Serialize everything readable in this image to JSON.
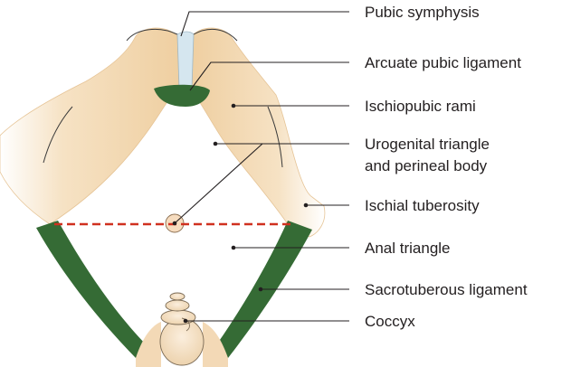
{
  "labels": {
    "pubic_symphysis": "Pubic symphysis",
    "arcuate_pubic_ligament": "Arcuate pubic ligament",
    "ischiopubic_rami": "Ischiopubic rami",
    "urogenital_triangle_line1": "Urogenital triangle",
    "urogenital_triangle_line2": "and perineal body",
    "ischial_tuberosity": "Ischial tuberosity",
    "anal_triangle": "Anal triangle",
    "sacrotuberous_ligament": "Sacrotuberous ligament",
    "coccyx": "Coccyx"
  },
  "colors": {
    "bone": "#f3d9b6",
    "bone_edge": "#e3bf8c",
    "ligament": "#356b35",
    "symphysis": "#d5e6ef",
    "dividing_line": "#d0301f",
    "leader": "#231f20"
  }
}
